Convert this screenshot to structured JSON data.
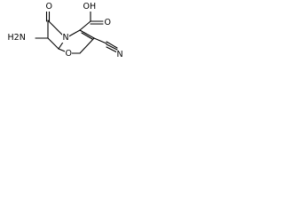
{
  "molecule": {
    "labels": {
      "oxo": "O",
      "carboxyl": "OH",
      "carboxyl_oxygen": "O",
      "amino": "H2N",
      "ring_nitrogen": "N",
      "ring_oxygen": "O",
      "nitrile_nitrogen": "N"
    },
    "colors": {
      "bond": "#000000",
      "text": "#000000",
      "background": "#ffffff"
    }
  }
}
